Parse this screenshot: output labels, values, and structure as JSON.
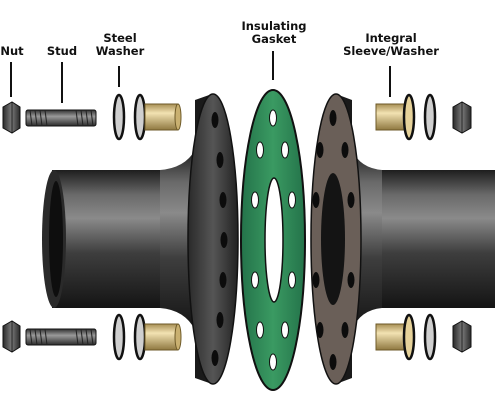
{
  "labels": {
    "nut": "Nut",
    "stud": "Stud",
    "steel_washer": [
      "Steel",
      "Washer"
    ],
    "insulating_gasket": [
      "Insulating",
      "Gasket"
    ],
    "integral_sleeve_washer": [
      "Integral",
      "Sleeve/Washer"
    ]
  },
  "colors": {
    "pipe": "#3c3c3c",
    "gasket": "#2f8a52",
    "sleeve": "#d9c38a",
    "nut": "#454545"
  }
}
